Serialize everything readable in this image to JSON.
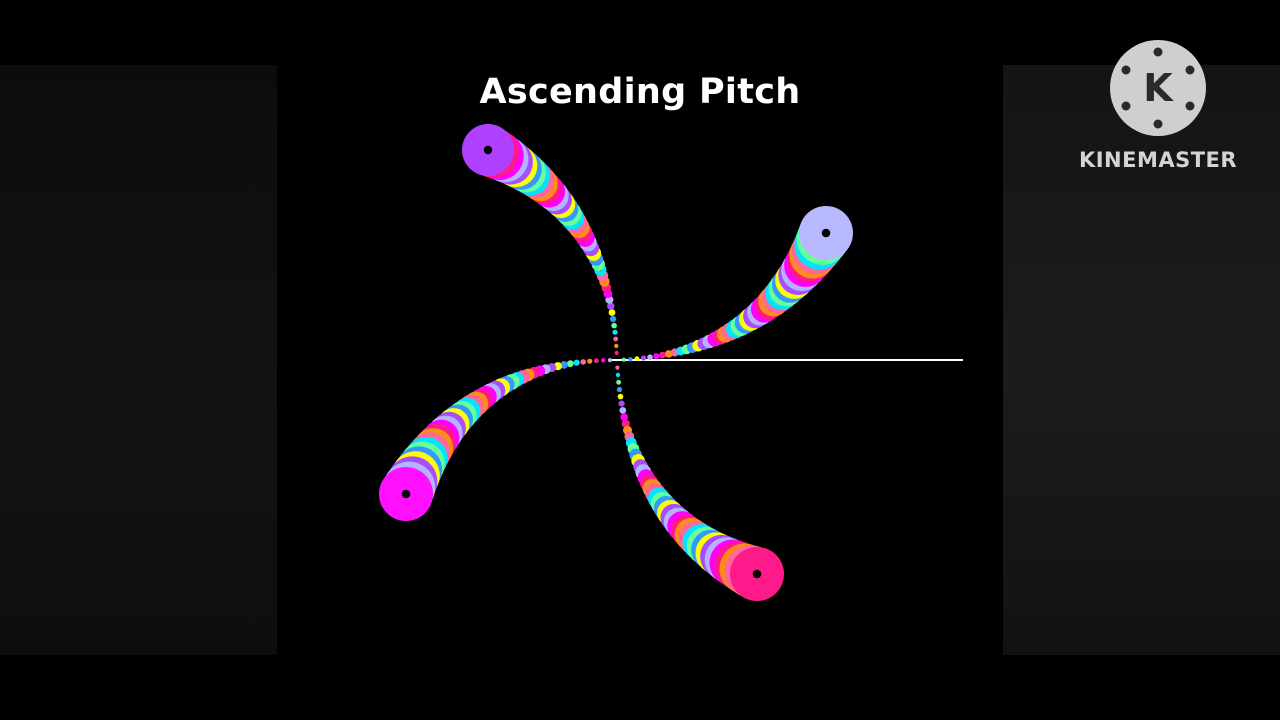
{
  "title": "Ascending Pitch",
  "watermark": {
    "brand": "KINEMASTER",
    "logo_letter": "K"
  },
  "visual": {
    "description_colors": {
      "background": "#000000",
      "reference_line": "#ffffff",
      "palette": [
        "#ff00ff",
        "#ffff00",
        "#00e5ff",
        "#ff1a8c",
        "#a64dff",
        "#66ff99",
        "#ff8c1a",
        "#b3b3ff",
        "#3399ff",
        "#ff6699"
      ]
    },
    "arms": [
      {
        "name": "upper-left-arm",
        "end_color": "#b040ff"
      },
      {
        "name": "upper-right-arm",
        "end_color": "#b8b8ff"
      },
      {
        "name": "lower-left-arm",
        "end_color": "#ff10ff"
      },
      {
        "name": "lower-right-arm",
        "end_color": "#ff1a8c"
      }
    ]
  }
}
